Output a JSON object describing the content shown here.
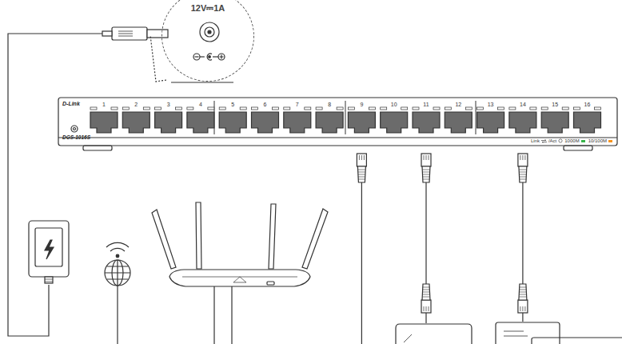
{
  "diagram": {
    "nodes": [
      {
        "text": [
          "D-Link",
          "DGS-1016S"
        ]
      },
      {
        "text": [
          "12V⎓1A"
        ]
      }
    ],
    "labels": [
      "1",
      "2",
      "3",
      "4",
      "5",
      "6",
      "7",
      "8",
      "9",
      "10",
      "11",
      "12",
      "13",
      "14",
      "15",
      "16",
      "Link",
      "/Act"
    ],
    "legend": [
      {
        "text": "1000M",
        "color": "#39b54a"
      },
      {
        "text": "10/100M",
        "color": "#f7941d"
      }
    ]
  }
}
